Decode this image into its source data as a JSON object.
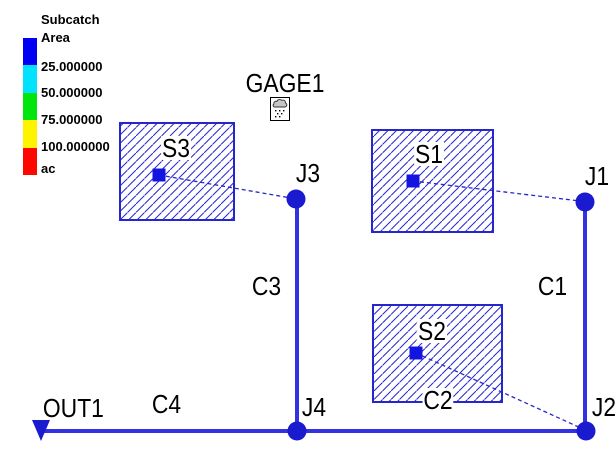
{
  "legend": {
    "title": {
      "line1": "Subcatch",
      "line2": "Area"
    },
    "thresholds": [
      "25.000000",
      "50.000000",
      "75.000000",
      "100.000000"
    ],
    "units_label": "ac",
    "colors": [
      "#0000F2",
      "#00E2FF",
      "#00E60C",
      "#FFF400",
      "#FF0600"
    ]
  },
  "map": {
    "raingage": {
      "id": "GAGE1"
    },
    "subcatchments": [
      {
        "id": "S1"
      },
      {
        "id": "S2"
      },
      {
        "id": "S3"
      }
    ],
    "junctions": [
      {
        "id": "J1"
      },
      {
        "id": "J2"
      },
      {
        "id": "J3"
      },
      {
        "id": "J4"
      }
    ],
    "outfall": {
      "id": "OUT1"
    },
    "conduits": [
      {
        "id": "C1"
      },
      {
        "id": "C2"
      },
      {
        "id": "C3"
      },
      {
        "id": "C4"
      }
    ],
    "colors": {
      "link_blue": "#3232E0",
      "node_blue": "#1A1ACE",
      "subcatch_blue": "#2626CC",
      "label_text": "#000000"
    }
  }
}
